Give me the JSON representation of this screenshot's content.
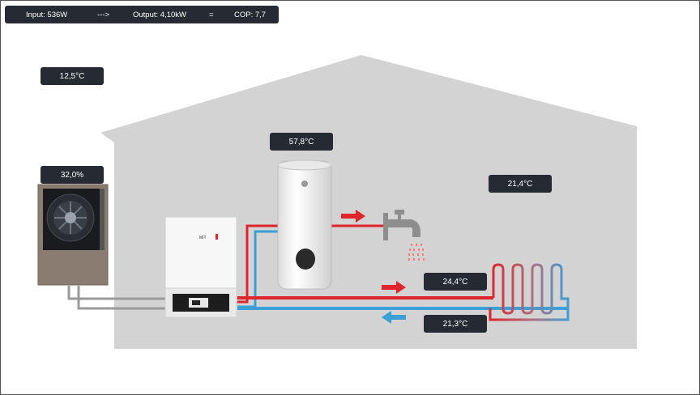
{
  "summary": {
    "input": "Input: 536W",
    "arrow": "--->",
    "output": "Output: 4,10kW",
    "equals": "=",
    "cop": "COP: 7,7"
  },
  "readouts": {
    "outdoor_temp": "12,5°C",
    "heatpump_load": "32,0%",
    "tank_temp": "57,8°C",
    "room_temp": "21,4°C",
    "flow_temp": "24,4°C",
    "return_temp": "21,3°C"
  },
  "unit_logo": "MIT"
}
